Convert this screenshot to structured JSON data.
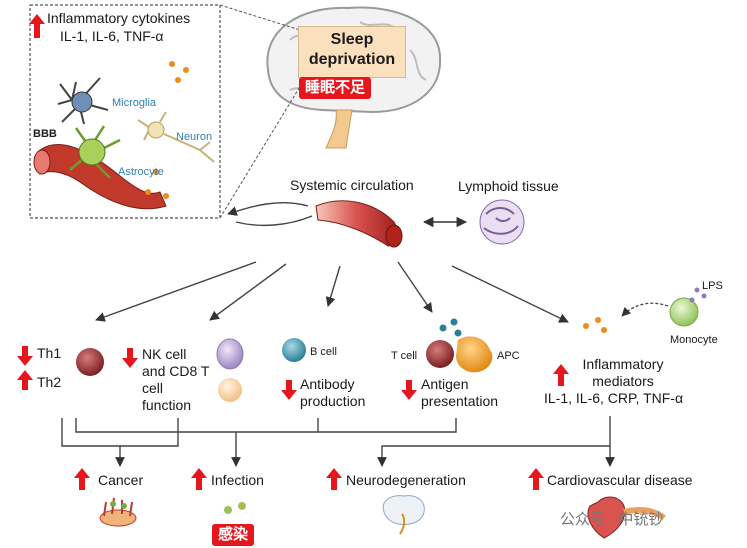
{
  "brain": {
    "sleep_line1": "Sleep",
    "sleep_line2": "deprivation",
    "tag_cn": "睡眠不足"
  },
  "inset": {
    "title_line1": "Inflammatory cytokines",
    "title_line2": "IL-1, IL-6, TNF-α",
    "microglia": "Microglia",
    "neuron": "Neuron",
    "bbb": "BBB",
    "astrocyte": "Astrocyte"
  },
  "center": {
    "systemic": "Systemic circulation",
    "lymphoid": "Lymphoid tissue"
  },
  "effects": {
    "th1": "Th1",
    "th2": "Th2",
    "nk_line1": "NK cell",
    "nk_line2": "and CD8 T",
    "nk_line3": "cell",
    "nk_line4": "function",
    "bcell": "B cell",
    "antibody_line1": "Antibody",
    "antibody_line2": "production",
    "tcell": "T cell",
    "apc": "APC",
    "antigen_line1": "Antigen",
    "antigen_line2": "presentation",
    "lps": "LPS",
    "monocyte": "Monocyte",
    "mediators_line1": "Inflammatory",
    "mediators_line2": "mediators",
    "mediators_line3": "IL-1, IL-6, CRP, TNF-α"
  },
  "outcomes": {
    "cancer": "Cancer",
    "infection": "Infection",
    "infection_cn": "感染",
    "neuro": "Neurodegeneration",
    "cardio": "Cardiovascular disease"
  },
  "watermark": "公众号 · 中铳钞",
  "colors": {
    "up_arrow": "#e5171c",
    "down_arrow": "#e5171c",
    "line": "#333333",
    "vessel": "#c0392b"
  }
}
